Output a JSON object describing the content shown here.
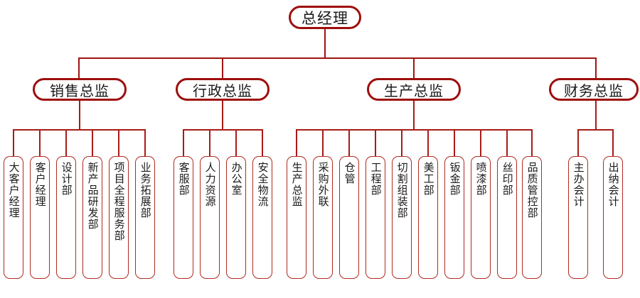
{
  "chart_title": "",
  "colors": {
    "line": "#9E1512",
    "node_border_major": "#9E0E0B",
    "node_border_leaf": "#B02A20",
    "background": "#ffffff",
    "text": "#1a1a1a"
  },
  "root": {
    "label": "总经理"
  },
  "divisions": [
    {
      "id": "sales",
      "label": "销售总监",
      "children": [
        {
          "label": "大客户经理"
        },
        {
          "label": "客户经理"
        },
        {
          "label": "设计部"
        },
        {
          "label": "新产品研发部"
        },
        {
          "label": "项目全程服务部"
        },
        {
          "label": "业务拓展部"
        }
      ]
    },
    {
      "id": "admin",
      "label": "行政总监",
      "children": [
        {
          "label": "客服部"
        },
        {
          "label": "人力资源"
        },
        {
          "label": "办公室"
        },
        {
          "label": "安全物流"
        }
      ]
    },
    {
      "id": "production",
      "label": "生产总监",
      "children": [
        {
          "label": "生产总监"
        },
        {
          "label": "采购外联"
        },
        {
          "label": "仓管"
        },
        {
          "label": "工程部"
        },
        {
          "label": "切割组装部"
        },
        {
          "label": "美工部"
        },
        {
          "label": "钣金部"
        },
        {
          "label": "喷漆部"
        },
        {
          "label": "丝印部"
        },
        {
          "label": "品质管控部"
        }
      ]
    },
    {
      "id": "finance",
      "label": "财务总监",
      "children": [
        {
          "label": "主办会计"
        },
        {
          "label": "出纳会计"
        }
      ]
    }
  ]
}
